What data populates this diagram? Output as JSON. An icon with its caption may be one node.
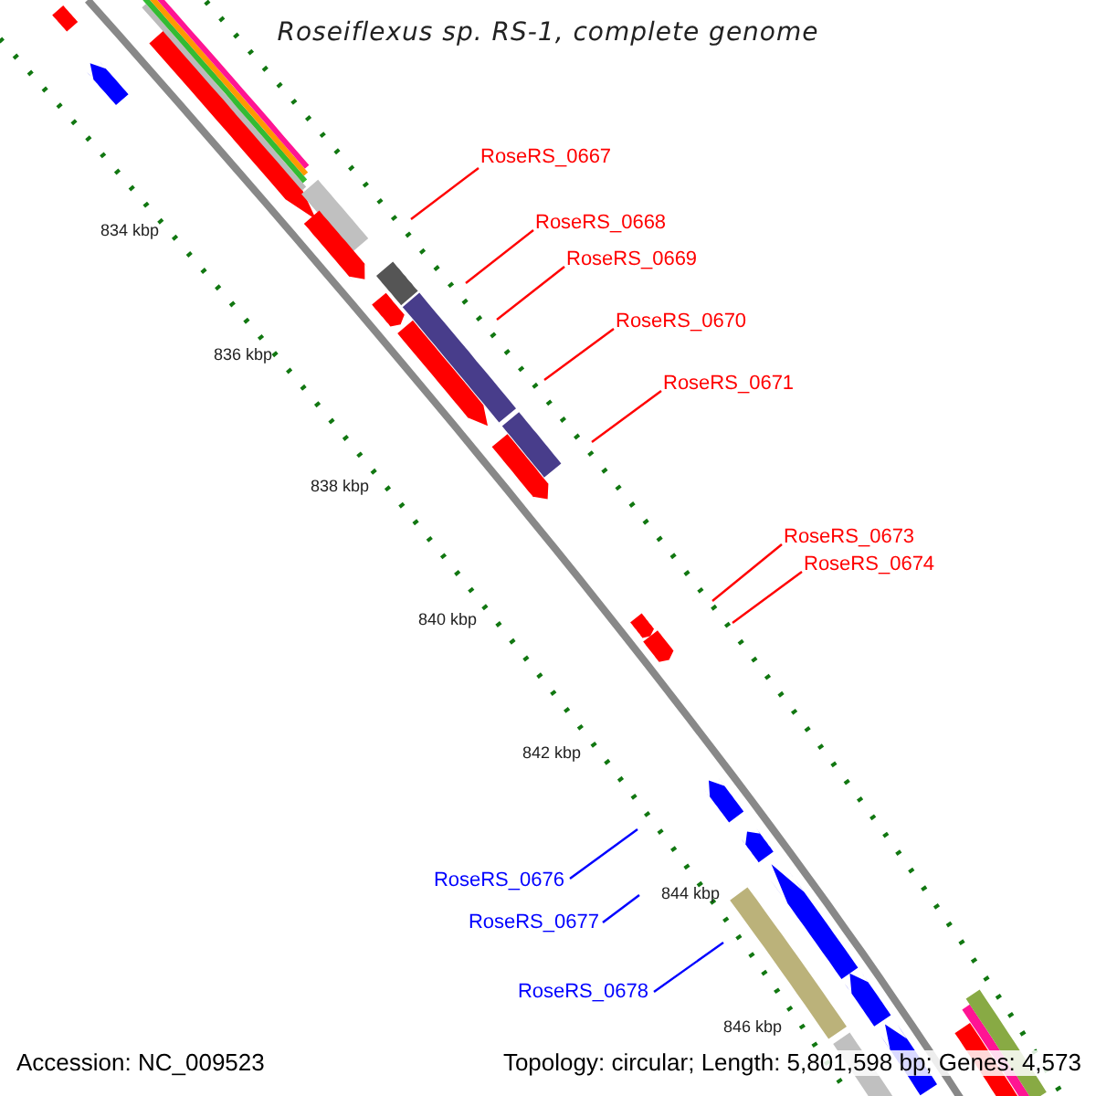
{
  "diagram": {
    "title": "Roseiflexus sp. RS-1, complete genome",
    "nodes": [
      {
        "text": [
          "RoseRS_0667"
        ]
      },
      {
        "text": [
          "RoseRS_0668"
        ]
      },
      {
        "text": [
          "RoseRS_0669"
        ]
      },
      {
        "text": [
          "RoseRS_0670"
        ]
      },
      {
        "text": [
          "RoseRS_0671"
        ]
      },
      {
        "text": [
          "RoseRS_0673"
        ]
      },
      {
        "text": [
          "RoseRS_0674"
        ]
      },
      {
        "text": [
          "RoseRS_0676"
        ]
      },
      {
        "text": [
          "RoseRS_0677"
        ]
      },
      {
        "text": [
          "RoseRS_0678"
        ]
      }
    ],
    "edges": [
      {
        "from": 0,
        "to": null,
        "arrow": "none"
      },
      {
        "from": 1,
        "to": null,
        "arrow": "none"
      },
      {
        "from": 2,
        "to": null,
        "arrow": "none"
      },
      {
        "from": 3,
        "to": null,
        "arrow": "none"
      },
      {
        "from": 4,
        "to": null,
        "arrow": "none"
      },
      {
        "from": 5,
        "to": null,
        "arrow": "none"
      },
      {
        "from": 6,
        "to": null,
        "arrow": "none"
      },
      {
        "from": 7,
        "to": null,
        "arrow": "none",
        "color": "#0000ff"
      },
      {
        "from": 8,
        "to": null,
        "arrow": "none",
        "color": "#0000ff"
      },
      {
        "from": 9,
        "to": null,
        "arrow": "none",
        "color": "#0000ff"
      }
    ],
    "labels": [
      "834 kbp",
      "836 kbp",
      "838 kbp",
      "840 kbp",
      "842 kbp",
      "844 kbp",
      "846 kbp",
      "Accession: NC_009523",
      "Topology: circular; Length: 5,801,598 bp; Genes: 4,573"
    ]
  }
}
